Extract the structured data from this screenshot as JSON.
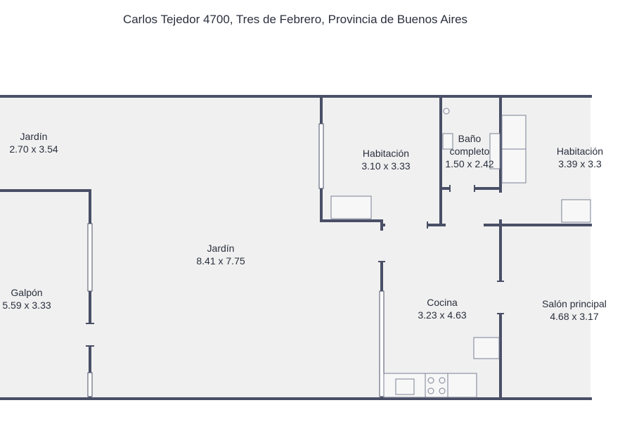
{
  "address": "Carlos Tejedor 4700, Tres de Febrero, Provincia de Buenos Aires",
  "rooms": [
    {
      "name": "Jardín",
      "dims": "2.70 x 3.54"
    },
    {
      "name": "Jardín",
      "dims": "8.41 x 7.75"
    },
    {
      "name": "Galpón",
      "dims": "5.59 x 3.33"
    },
    {
      "name": "Habitación",
      "dims": "3.10 x 3.33"
    },
    {
      "name": "Baño completo",
      "dims": "1.50 x 2.42"
    },
    {
      "name": "Habitación",
      "dims": "3.39 x 3.3"
    },
    {
      "name": "Cocina",
      "dims": "3.23 x 4.63"
    },
    {
      "name": "Salón principal",
      "dims": "4.68 x 3.17"
    }
  ],
  "colors": {
    "wall": "#4a4f67",
    "floor": "#f0f0f0",
    "text": "#2a2f3d"
  }
}
